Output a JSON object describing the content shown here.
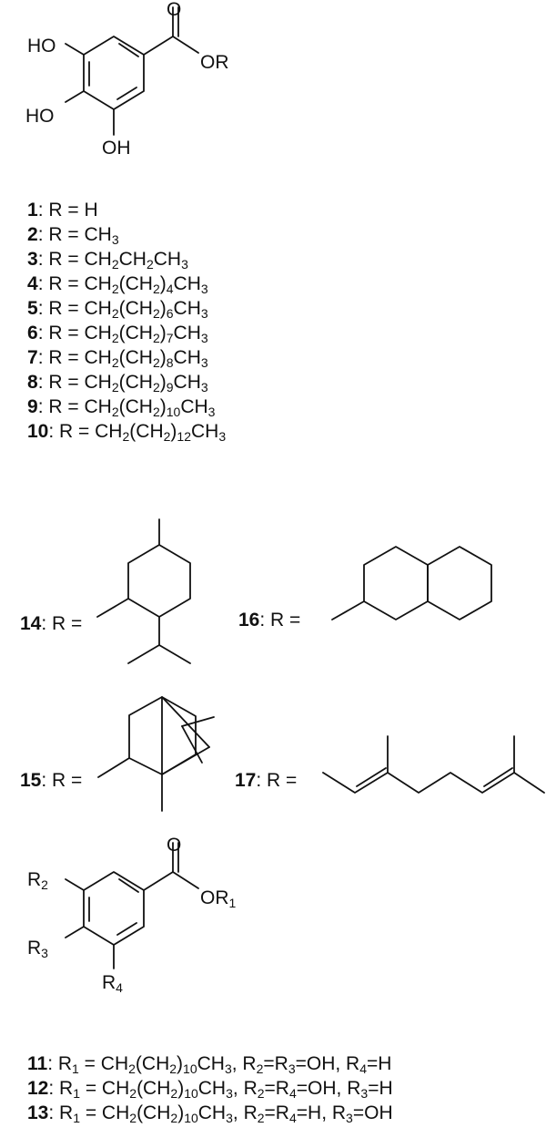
{
  "gallate_atoms": {
    "ho_top": "HO",
    "ho_mid": "HO",
    "oh_bottom": "OH",
    "carbonyl_o": "O",
    "ester": "OR"
  },
  "gallate_list": [
    {
      "num": "1",
      "sep": ": R = ",
      "formula": "H"
    },
    {
      "num": "2",
      "sep": ": R = ",
      "formula": "CH<sub>3</sub>"
    },
    {
      "num": "3",
      "sep": ": R = ",
      "formula": "CH<sub>2</sub>CH<sub>2</sub>CH<sub>3</sub>"
    },
    {
      "num": "4",
      "sep": ": R = ",
      "formula": "CH<sub>2</sub>(CH<sub>2</sub>)<sub>4</sub>CH<sub>3</sub>"
    },
    {
      "num": "5",
      "sep": ": R = ",
      "formula": "CH<sub>2</sub>(CH<sub>2</sub>)<sub>6</sub>CH<sub>3</sub>"
    },
    {
      "num": "6",
      "sep": ": R = ",
      "formula": "CH<sub>2</sub>(CH<sub>2</sub>)<sub>7</sub>CH<sub>3</sub>"
    },
    {
      "num": "7",
      "sep": ": R = ",
      "formula": "CH<sub>2</sub>(CH<sub>2</sub>)<sub>8</sub>CH<sub>3</sub>"
    },
    {
      "num": "8",
      "sep": ": R = ",
      "formula": "CH<sub>2</sub>(CH<sub>2</sub>)<sub>9</sub>CH<sub>3</sub>"
    },
    {
      "num": "9",
      "sep": ": R = ",
      "formula": "CH<sub>2</sub>(CH<sub>2</sub>)<sub>10</sub>CH<sub>3</sub>"
    },
    {
      "num": "10",
      "sep": ": R = ",
      "formula": "CH<sub>2</sub>(CH<sub>2</sub>)<sub>12</sub>CH<sub>3</sub>"
    }
  ],
  "substituents": {
    "s14": {
      "num": "14",
      "text": ": R ="
    },
    "s15": {
      "num": "15",
      "text": ": R ="
    },
    "s16": {
      "num": "16",
      "text": ": R ="
    },
    "s17": {
      "num": "17",
      "text": ": R ="
    }
  },
  "benzoate_atoms": {
    "r2": "R<sub>2</sub>",
    "r3": "R<sub>3</sub>",
    "r4": "R<sub>4</sub>",
    "carbonyl_o": "O",
    "ester": "OR<sub>1</sub>"
  },
  "benzoate_list": [
    {
      "num": "11",
      "text": ": R<sub>1</sub> = CH<sub>2</sub>(CH<sub>2</sub>)<sub>10</sub>CH<sub>3</sub>, R<sub>2</sub>=R<sub>3</sub>=OH, R<sub>4</sub>=H"
    },
    {
      "num": "12",
      "text": ": R<sub>1</sub> = CH<sub>2</sub>(CH<sub>2</sub>)<sub>10</sub>CH<sub>3</sub>, R<sub>2</sub>=R<sub>4</sub>=OH, R<sub>3</sub>=H"
    },
    {
      "num": "13",
      "text": ": R<sub>1</sub> = CH<sub>2</sub>(CH<sub>2</sub>)<sub>10</sub>CH<sub>3</sub>, R<sub>2</sub>=R<sub>4</sub>=H, R<sub>3</sub>=OH"
    }
  ]
}
